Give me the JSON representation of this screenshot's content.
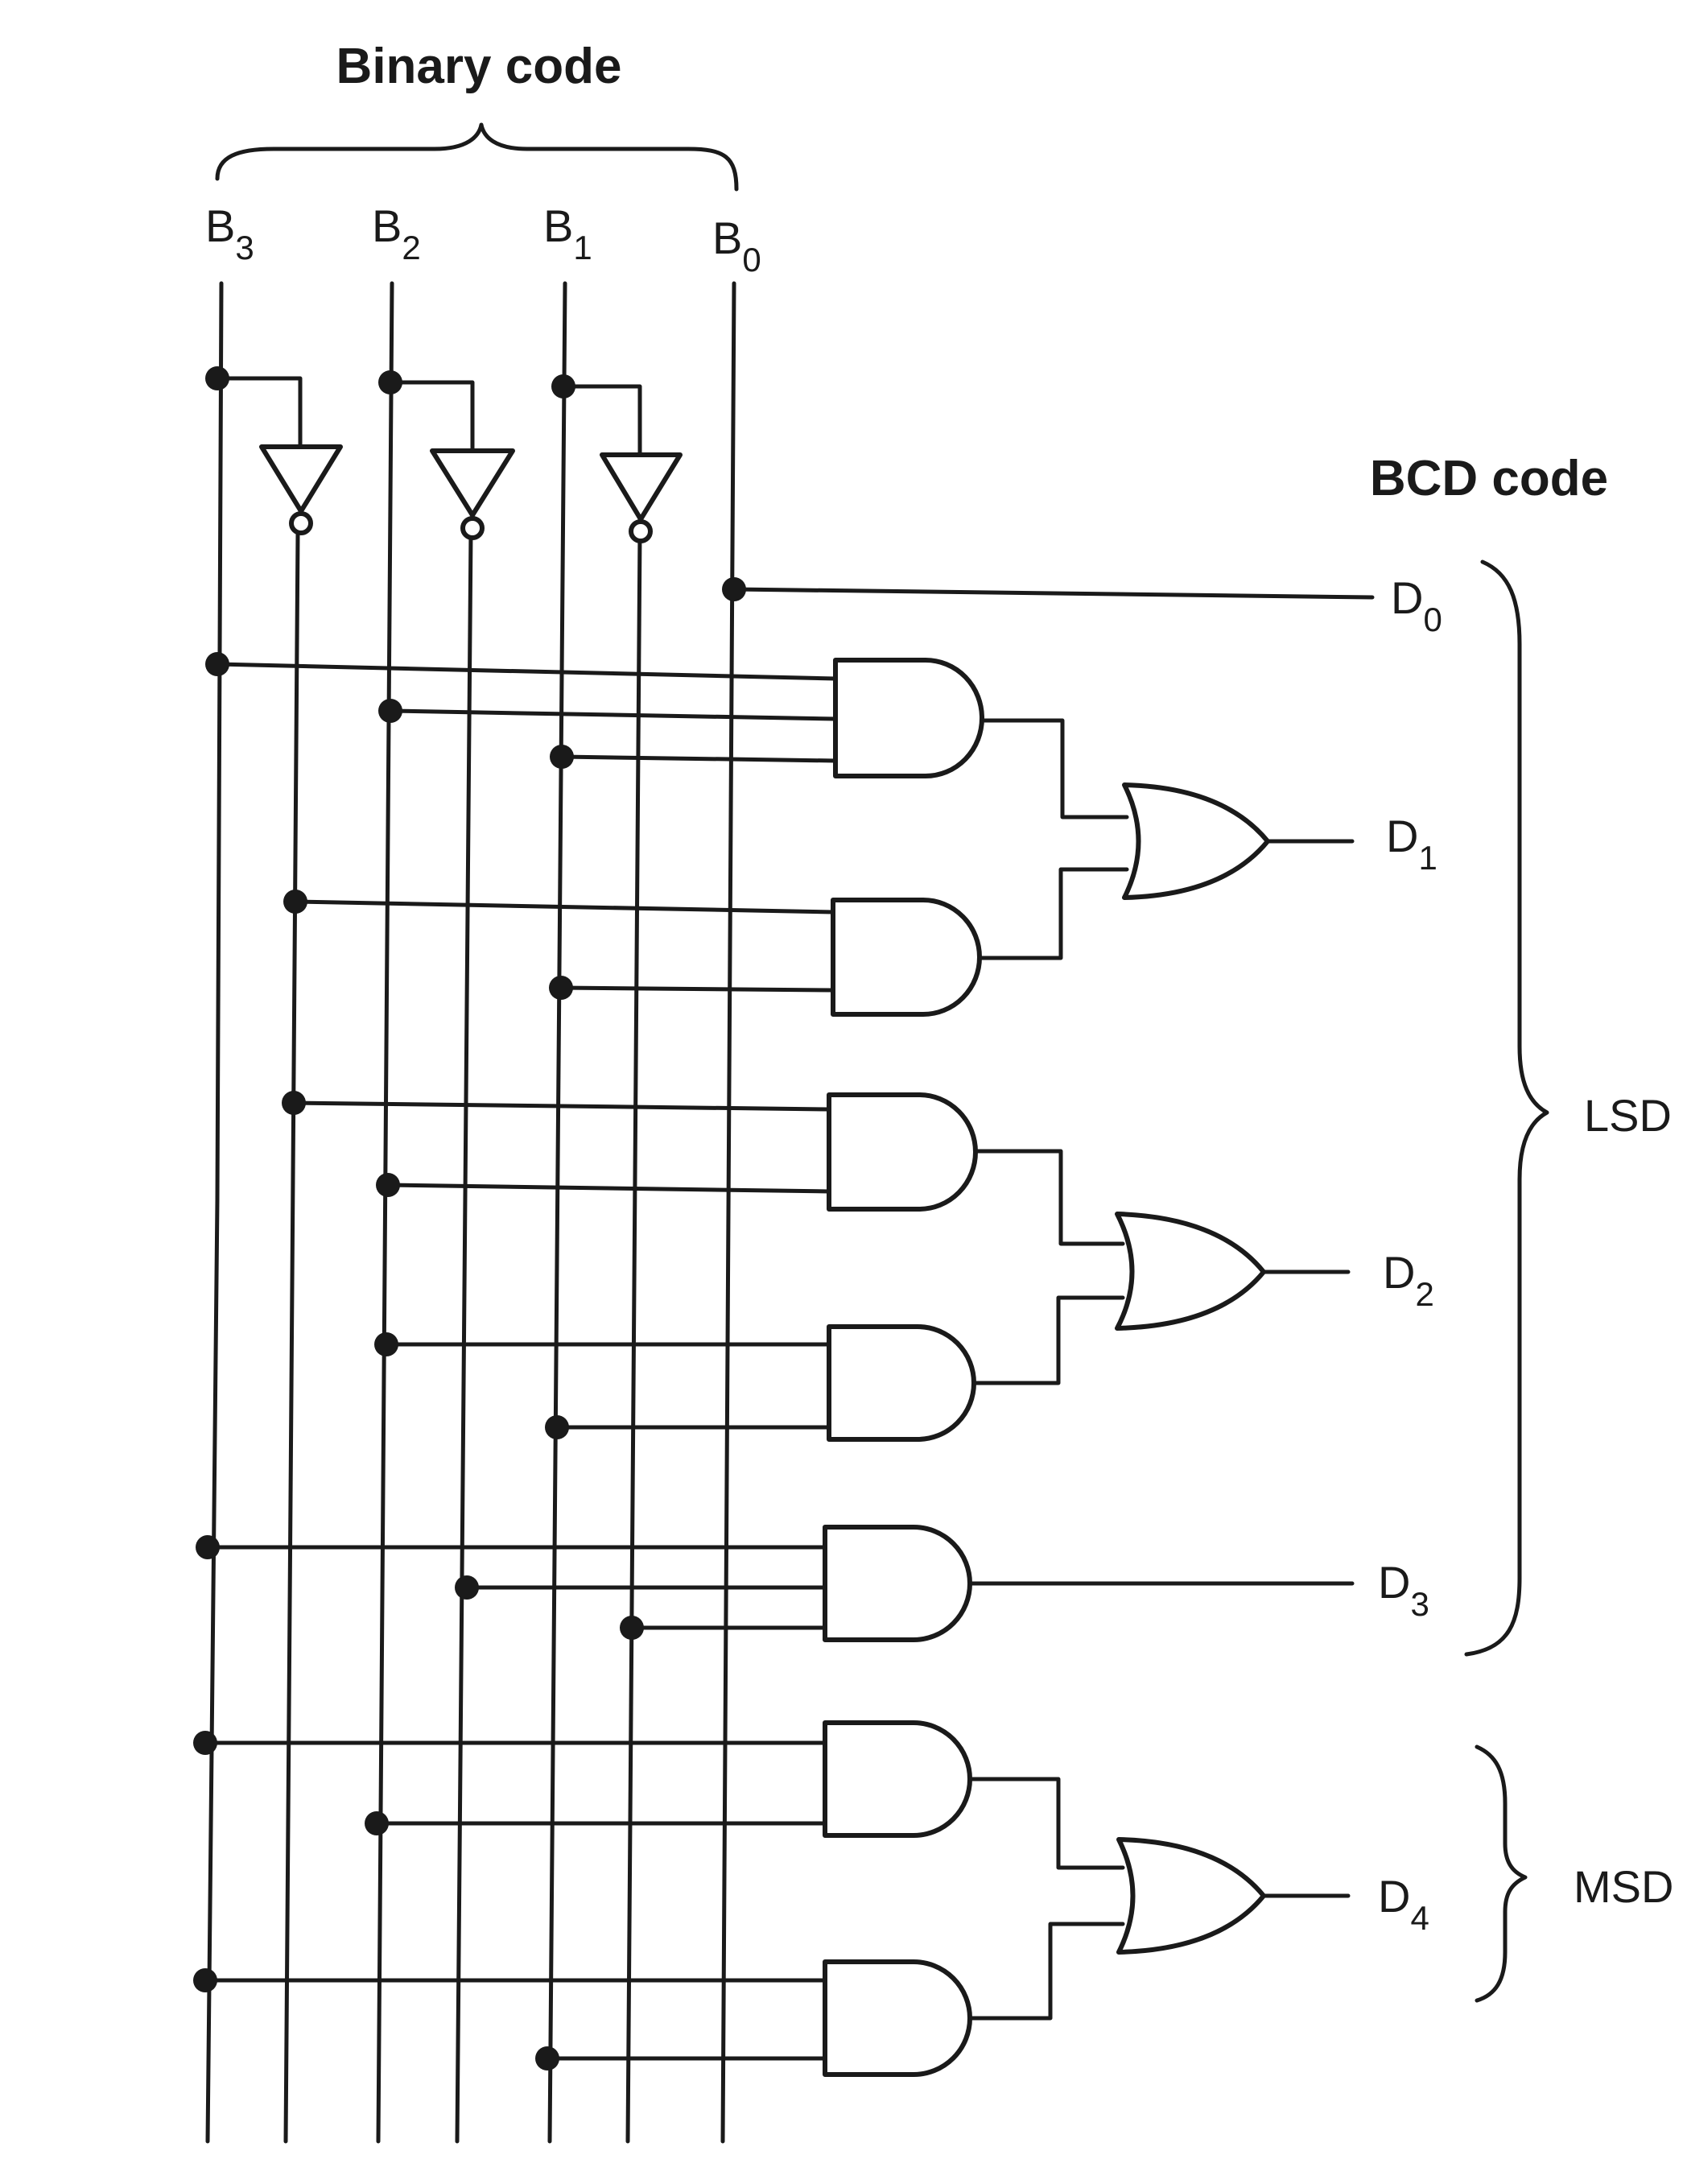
{
  "titles": {
    "binary_code": "Binary code",
    "bcd_code": "BCD code"
  },
  "inputs": [
    {
      "base": "B",
      "sub": "3"
    },
    {
      "base": "B",
      "sub": "2"
    },
    {
      "base": "B",
      "sub": "1"
    },
    {
      "base": "B",
      "sub": "0"
    }
  ],
  "outputs": [
    {
      "base": "D",
      "sub": "0"
    },
    {
      "base": "D",
      "sub": "1"
    },
    {
      "base": "D",
      "sub": "2"
    },
    {
      "base": "D",
      "sub": "3"
    },
    {
      "base": "D",
      "sub": "4"
    }
  ],
  "groups": {
    "lsd": "LSD",
    "msd": "MSD"
  },
  "colors": {
    "ink": "#1a1a1a",
    "background": "#ffffff"
  }
}
